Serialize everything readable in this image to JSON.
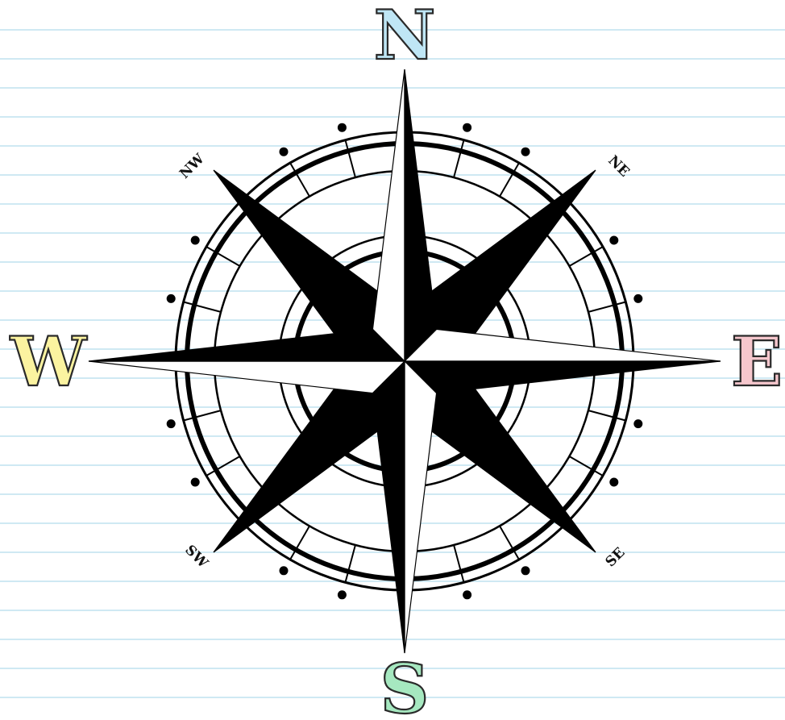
{
  "compass": {
    "cardinals": {
      "north": {
        "label": "N",
        "color": "#bfe6f5"
      },
      "east": {
        "label": "E",
        "color": "#f6c7cd"
      },
      "south": {
        "label": "S",
        "color": "#a6e8c0"
      },
      "west": {
        "label": "W",
        "color": "#fbf3a0"
      }
    },
    "intercardinals": {
      "northwest": "NW",
      "northeast": "NE",
      "southeast": "SE",
      "southwest": "SW"
    }
  }
}
